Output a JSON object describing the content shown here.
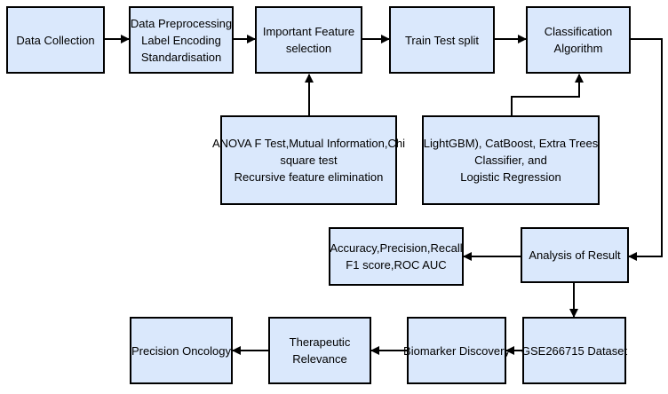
{
  "colors": {
    "box_fill": "#dae8fc",
    "box_border": "#000000",
    "arrow": "#000000",
    "background": "#ffffff"
  },
  "nodes": {
    "data_collection": {
      "lines": [
        "Data Collection"
      ]
    },
    "preprocessing": {
      "lines": [
        "Data Preprocessing",
        "Label Encoding",
        "Standardisation"
      ]
    },
    "feature_selection": {
      "lines": [
        "Important Feature",
        "selection"
      ]
    },
    "train_test_split": {
      "lines": [
        "Train Test split"
      ]
    },
    "classification": {
      "lines": [
        "Classification",
        "Algorithm"
      ]
    },
    "feature_methods": {
      "lines": [
        "ANOVA F Test,Mutual Information,Chi",
        "square test",
        "Recursive feature elimination"
      ]
    },
    "classifiers": {
      "lines": [
        "LightGBM), CatBoost, Extra Trees",
        "Classifier, and",
        "Logistic Regression"
      ]
    },
    "metrics": {
      "lines": [
        "Accuracy,Precision,Recall",
        "F1 score,ROC AUC"
      ]
    },
    "analysis": {
      "lines": [
        "Analysis of Result"
      ]
    },
    "dataset": {
      "lines": [
        "GSE266715 Dataset"
      ]
    },
    "biomarker": {
      "lines": [
        "Biomarker Discovery"
      ]
    },
    "therapeutic": {
      "lines": [
        "Therapeutic",
        "Relevance"
      ]
    },
    "precision_oncology": {
      "lines": [
        "Precision Oncology"
      ]
    }
  }
}
